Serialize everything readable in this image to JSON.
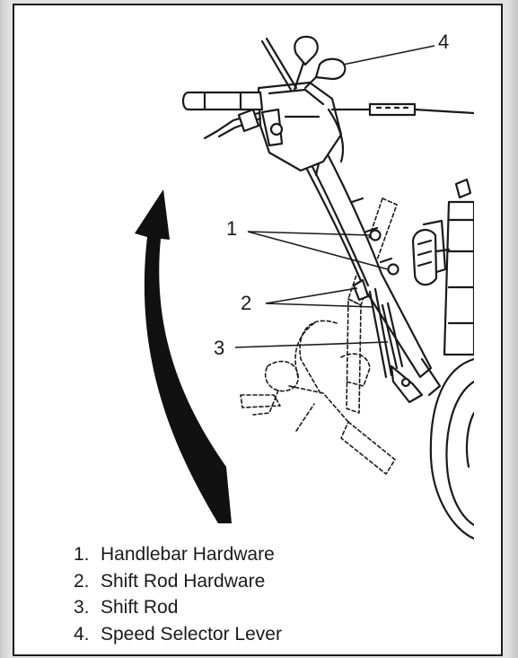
{
  "callouts": [
    {
      "num": "1"
    },
    {
      "num": "2"
    },
    {
      "num": "3"
    },
    {
      "num": "4"
    }
  ],
  "legend": [
    {
      "num": "1.",
      "label": "Handlebar Hardware"
    },
    {
      "num": "2.",
      "label": "Shift Rod Hardware"
    },
    {
      "num": "3.",
      "label": "Shift Rod"
    },
    {
      "num": "4.",
      "label": "Speed Selector Lever"
    }
  ],
  "colors": {
    "ink": "#1a1a1a",
    "frame_shadow": "#c9c9c9",
    "background": "#ffffff"
  },
  "icons": {
    "arrow": "curved-up-arrow-icon"
  }
}
